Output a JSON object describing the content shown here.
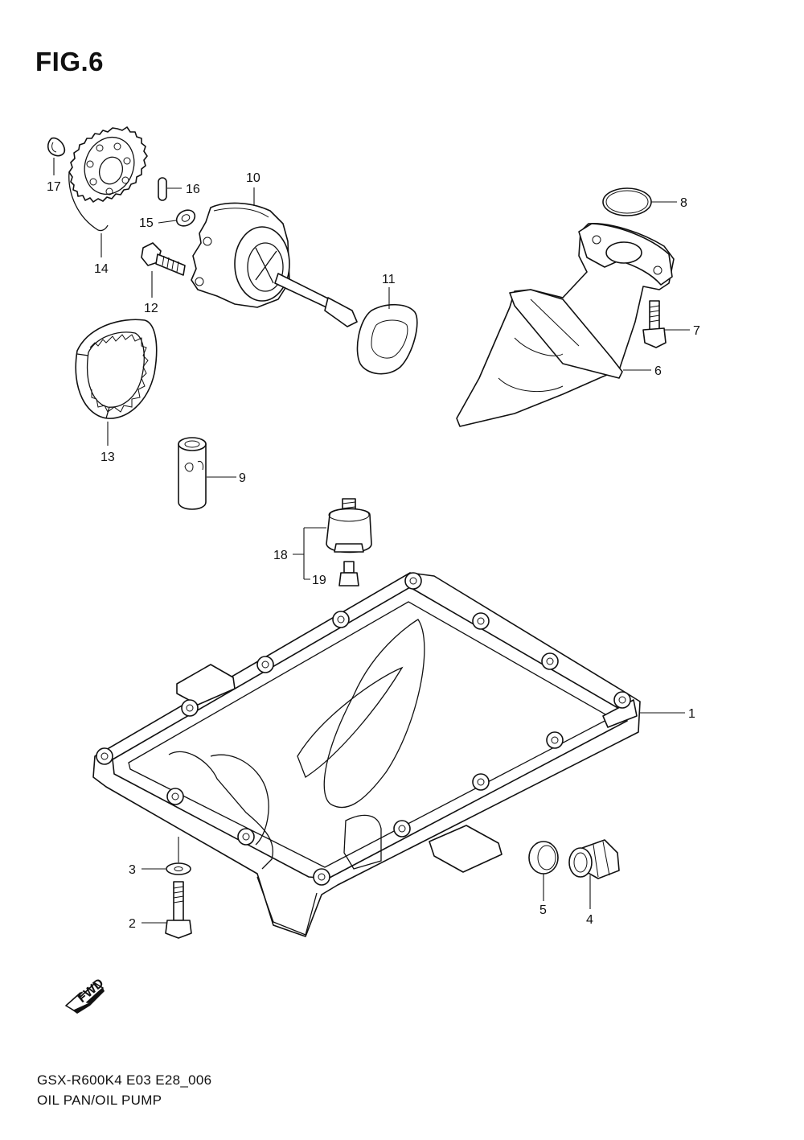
{
  "figure": {
    "title": "FIG.6"
  },
  "caption": {
    "model": "GSX-R600K4 E03 E28_006",
    "name": "OIL PAN/OIL PUMP"
  },
  "fwd_label": "FWD",
  "callouts": {
    "c1": "1",
    "c2": "2",
    "c3": "3",
    "c4": "4",
    "c5": "5",
    "c6": "6",
    "c7": "7",
    "c8": "8",
    "c9": "9",
    "c10": "10",
    "c11": "11",
    "c12": "12",
    "c13": "13",
    "c14": "14",
    "c15": "15",
    "c16": "16",
    "c17": "17",
    "c18": "18",
    "c19": "19"
  }
}
